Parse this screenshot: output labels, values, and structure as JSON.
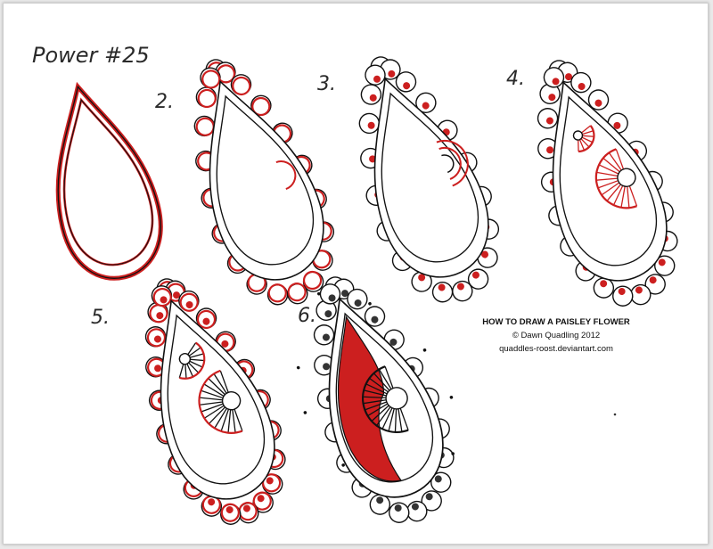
{
  "title": "Power #25",
  "step_labels": [
    "2.",
    "3.",
    "4.",
    "5.",
    "6."
  ],
  "credit": {
    "line1": "HOW TO DRAW A PAISLEY FLOWER",
    "line2": "© Dawn Quadling 2012",
    "line3": "quaddles-roost.deviantart.com"
  },
  "colors": {
    "ink": "#111111",
    "red": "#cc1f1f",
    "page": "#ffffff",
    "frame": "#e9e9e9"
  }
}
